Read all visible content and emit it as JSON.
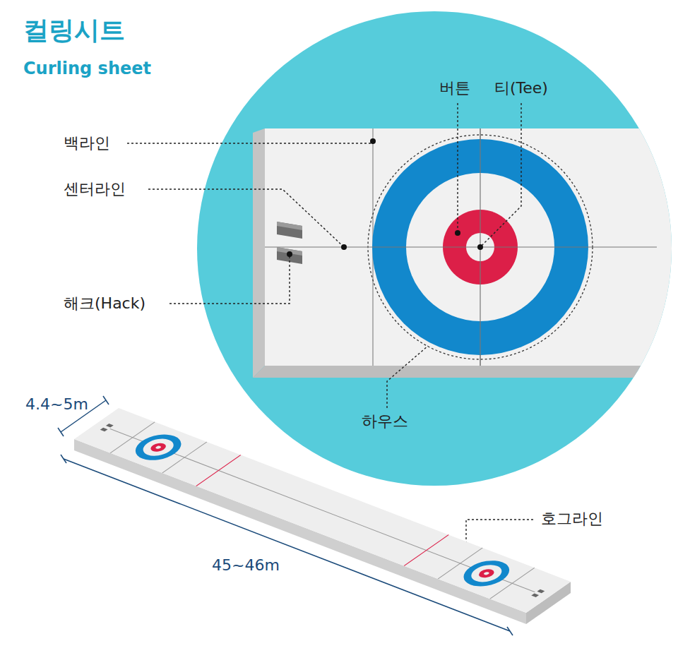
{
  "diagram": {
    "title": "컬링시트",
    "labels": [
      "Curling sheet",
      "버튼",
      "티(Tee)",
      "백라인",
      "센터라인",
      "해크(Hack)",
      "하우스",
      "4.4~5m",
      "45~46m",
      "호그라인"
    ]
  }
}
